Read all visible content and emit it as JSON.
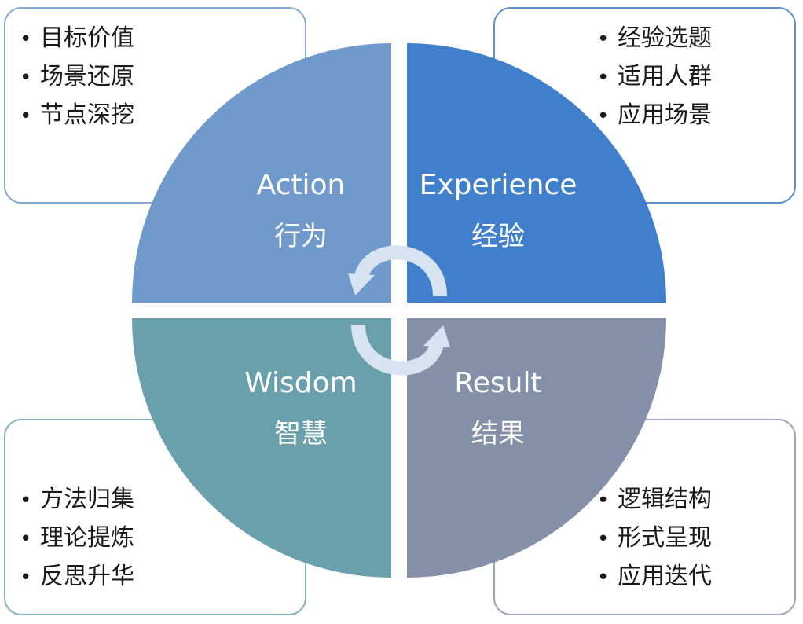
{
  "quadrants": {
    "action": {
      "en": "Action",
      "cn": "行为",
      "color": "#6f9acb"
    },
    "experience": {
      "en": "Experience",
      "cn": "经验",
      "color": "#3f7fcc"
    },
    "wisdom": {
      "en": "Wisdom",
      "cn": "智慧",
      "color": "#6aa0ac"
    },
    "result": {
      "en": "Result",
      "cn": "结果",
      "color": "#8390a8"
    }
  },
  "boxes": {
    "top_left": [
      "目标价值",
      "场景还原",
      "节点深挖"
    ],
    "top_right": [
      "经验选题",
      "适用人群",
      "应用场景"
    ],
    "bottom_left": [
      "方法归集",
      "理论提炼",
      "反思升华"
    ],
    "bottom_right": [
      "逻辑结构",
      "形式呈现",
      "应用迭代"
    ]
  },
  "icons": {
    "cycle_top": "curved-arrow-left-icon",
    "cycle_bottom": "curved-arrow-right-icon"
  }
}
